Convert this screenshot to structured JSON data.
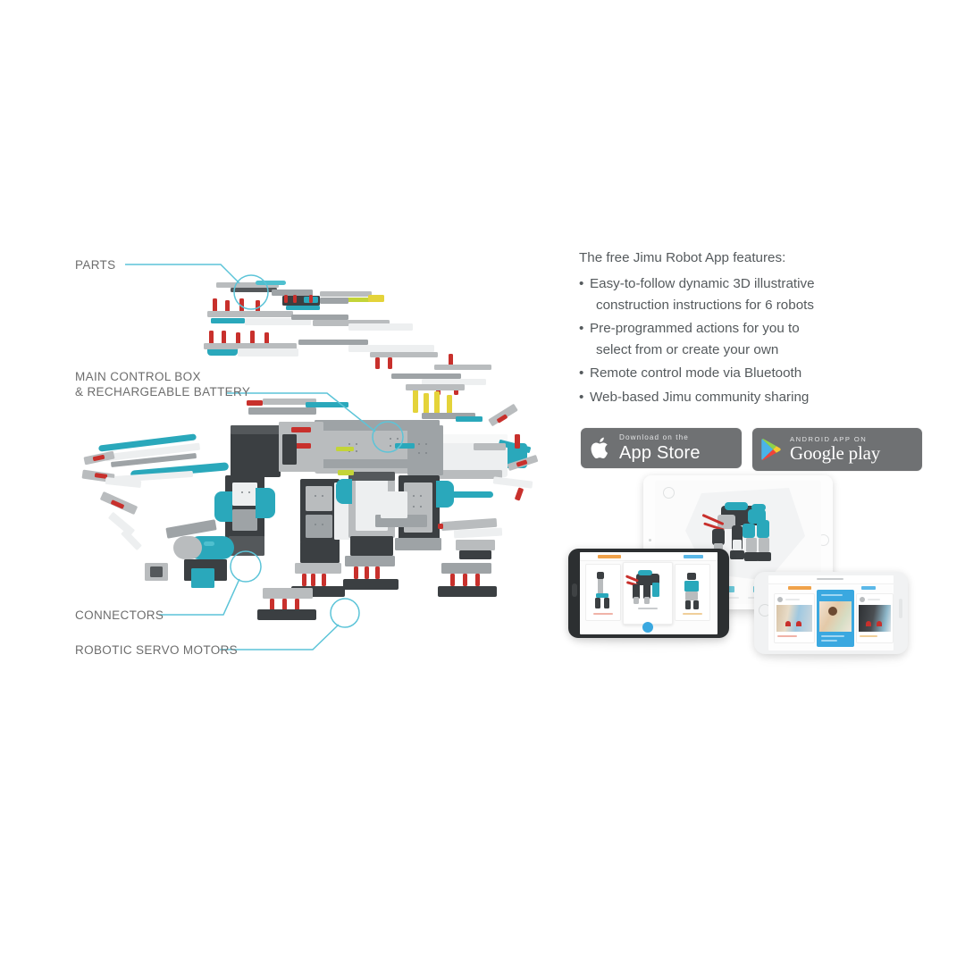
{
  "background_color": "#ffffff",
  "accent_teal": "#2aa8bb",
  "leader_line_color": "#5cc4d8",
  "label_color": "#6d6d6d",
  "body_text_color": "#555a5d",
  "badge_gray": "#6f7173",
  "diagram": {
    "name": "exploded-robot-diagram",
    "callouts": [
      {
        "id": "parts",
        "label": "PARTS"
      },
      {
        "id": "control-box",
        "label_line1": "MAIN CONTROL BOX",
        "label_line2": "& RECHARGEABLE BATTERY"
      },
      {
        "id": "connectors",
        "label": "CONNECTORS"
      },
      {
        "id": "servo-motors",
        "label": "ROBOTIC SERVO MOTORS"
      }
    ]
  },
  "features": {
    "heading": "The free Jimu Robot App features:",
    "bullet_char": "•",
    "items": [
      {
        "line1": "Easy-to-follow dynamic 3D illustrative",
        "line2": "construction instructions for 6 robots"
      },
      {
        "line1": "Pre-programmed actions for you to",
        "line2": "select from or create your own"
      },
      {
        "line1": "Remote control mode via Bluetooth",
        "line2": ""
      },
      {
        "line1": "Web-based Jimu community sharing",
        "line2": ""
      }
    ]
  },
  "badges": {
    "apple": {
      "icon": "apple-icon",
      "small": "Download on the",
      "big": "App Store"
    },
    "google": {
      "icon": "google-play-icon",
      "small": "ANDROID APP ON",
      "big": "Google play"
    }
  },
  "devices": {
    "tablet": {
      "name": "tablet-ipad",
      "screen": "3d-build-instruction-view",
      "toolbar_buttons": 4
    },
    "phone_android": {
      "name": "phone-android",
      "screen": "robot-model-carousel",
      "cards": 3
    },
    "phone_iphone": {
      "name": "phone-iphone",
      "screen": "community-feed",
      "cards": 3
    }
  }
}
